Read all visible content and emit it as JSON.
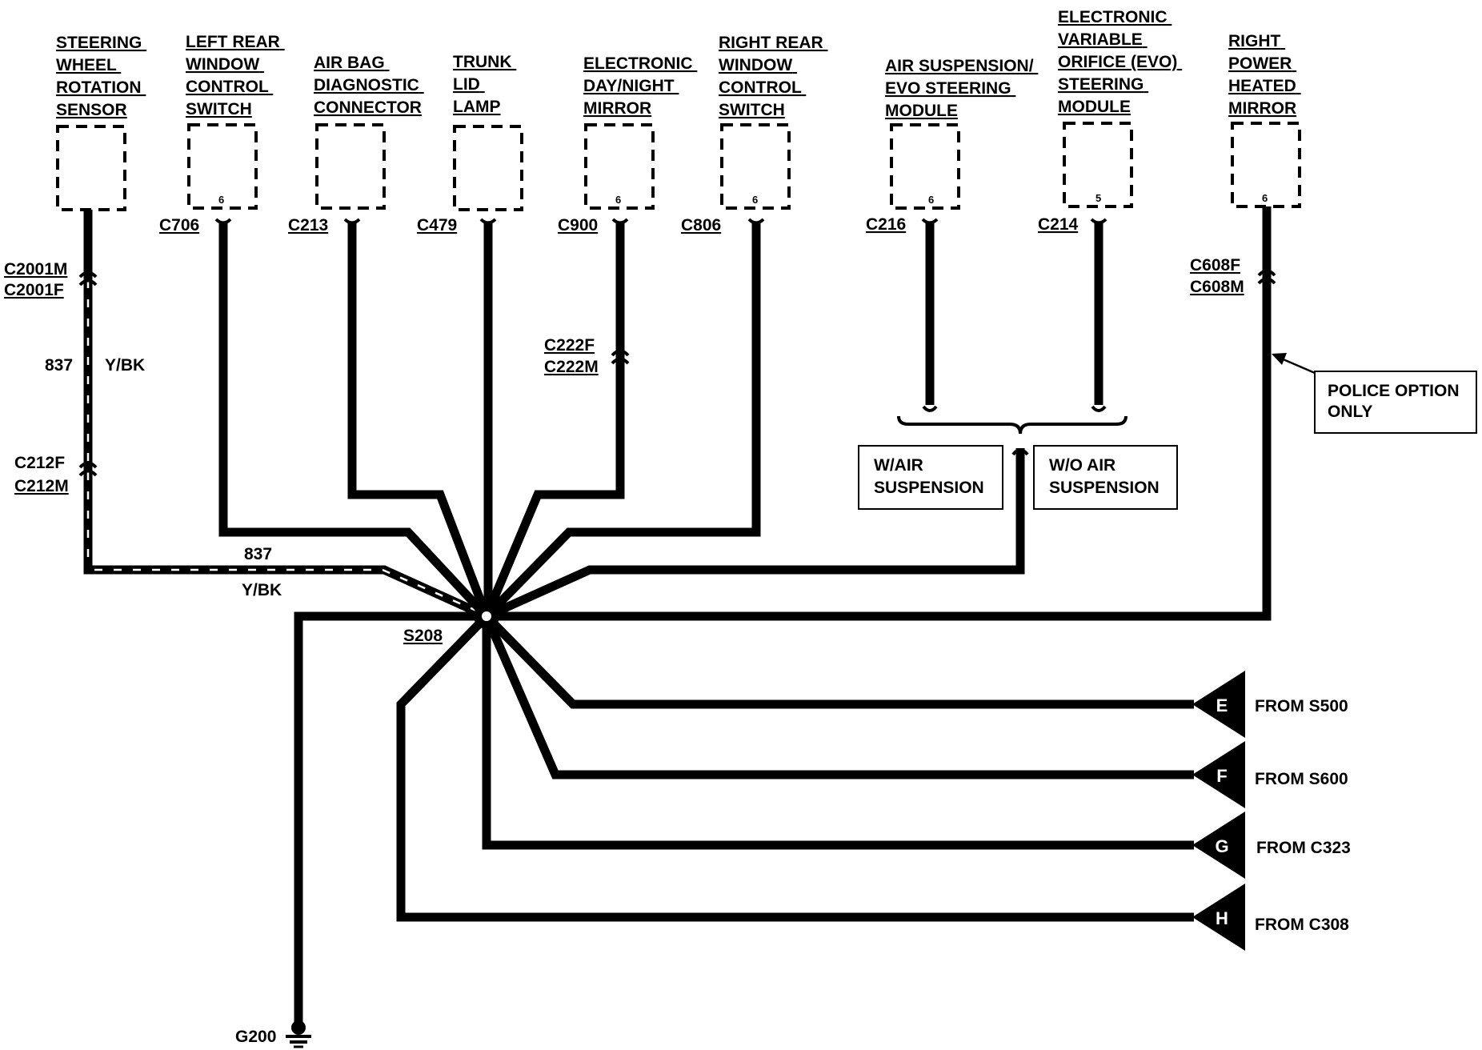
{
  "components": [
    {
      "lines": [
        "STEERING",
        "WHEEL",
        "ROTATION",
        "SENSOR"
      ],
      "connector": "",
      "pin": ""
    },
    {
      "lines": [
        "LEFT REAR",
        "WINDOW",
        "CONTROL",
        "SWITCH"
      ],
      "connector": "C706",
      "pin": "6"
    },
    {
      "lines": [
        "AIR BAG",
        "DIAGNOSTIC",
        "CONNECTOR"
      ],
      "connector": "C213",
      "pin": ""
    },
    {
      "lines": [
        "TRUNK",
        "LID",
        "LAMP"
      ],
      "connector": "C479",
      "pin": ""
    },
    {
      "lines": [
        "ELECTRONIC",
        "DAY/NIGHT",
        "MIRROR"
      ],
      "connector": "C900",
      "pin": "6"
    },
    {
      "lines": [
        "RIGHT REAR",
        "WINDOW",
        "CONTROL",
        "SWITCH"
      ],
      "connector": "C806",
      "pin": "6"
    },
    {
      "lines": [
        "AIR SUSPENSION/",
        "EVO STEERING",
        "MODULE"
      ],
      "connector": "C216",
      "pin": "6"
    },
    {
      "lines": [
        "ELECTRONIC",
        "VARIABLE",
        "ORIFICE (EVO)",
        "STEERING",
        "MODULE"
      ],
      "connector": "C214",
      "pin": "5"
    },
    {
      "lines": [
        "RIGHT",
        "POWER",
        "HEATED",
        "MIRROR"
      ],
      "connector": "",
      "pin": "6"
    }
  ],
  "inline_connectors": {
    "steering_top": [
      "C2001M",
      "C2001F"
    ],
    "steering_bottom": [
      "C212F",
      "C212M"
    ],
    "mirror": [
      "C222F",
      "C222M"
    ],
    "heated_mirror": [
      "C608F",
      "C608M"
    ]
  },
  "wire": {
    "circuit": "837",
    "color": "Y/BK"
  },
  "splice": "S208",
  "ground": "G200",
  "notes": {
    "police": [
      "POLICE OPTION",
      "ONLY"
    ],
    "with_air": [
      "W/AIR",
      "SUSPENSION"
    ],
    "without_air": [
      "W/O AIR",
      "SUSPENSION"
    ]
  },
  "feeds": [
    {
      "letter": "E",
      "text": "FROM S500"
    },
    {
      "letter": "F",
      "text": "FROM S600"
    },
    {
      "letter": "G",
      "text": "FROM C323"
    },
    {
      "letter": "H",
      "text": "FROM C308"
    }
  ]
}
